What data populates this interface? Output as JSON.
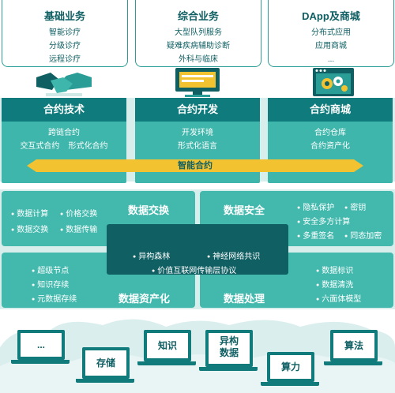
{
  "top": [
    {
      "title": "基础业务",
      "items": [
        "智能诊疗",
        "分级诊疗",
        "远程诊疗"
      ]
    },
    {
      "title": "综合业务",
      "items": [
        "大型队列服务",
        "疑难疾病辅助诊断",
        "外科与临床"
      ]
    },
    {
      "title": "DApp及商城",
      "items": [
        "分布式应用",
        "应用商城",
        "..."
      ]
    }
  ],
  "cards": [
    {
      "title": "合约技术",
      "lines": [
        "跨链合约",
        "交互式合约    形式化合约"
      ]
    },
    {
      "title": "合约开发",
      "lines": [
        "开发环境",
        "形式化语言"
      ]
    },
    {
      "title": "合约商城",
      "lines": [
        "合约仓库",
        "合约资产化"
      ]
    }
  ],
  "smart_contract": "智能合约",
  "quadrants": {
    "exchange": {
      "title": "数据交换",
      "items": [
        "数据计算",
        "价格交换",
        "数据交换",
        "数据传输"
      ]
    },
    "security": {
      "title": "数据安全",
      "items": [
        "隐私保护",
        "密钥",
        "安全多方计算",
        "多重签名",
        "同态加密"
      ]
    },
    "assetization": {
      "title": "数据资产化",
      "items": [
        "超级节点",
        "知识存续",
        "元数据存续"
      ]
    },
    "processing": {
      "title": "数据处理",
      "items": [
        "数据标识",
        "数据清洗",
        "六面体模型"
      ]
    }
  },
  "center": [
    "异构森林",
    "神经网络共识",
    "价值互联网传输层协议"
  ],
  "laptops": [
    "...",
    "存储",
    "知识",
    "异构\n数据",
    "算力",
    "算法"
  ],
  "colors": {
    "dark_teal": "#0f5f63",
    "teal": "#43b9ae",
    "light": "#d7eeec",
    "gold": "#f2c230"
  }
}
